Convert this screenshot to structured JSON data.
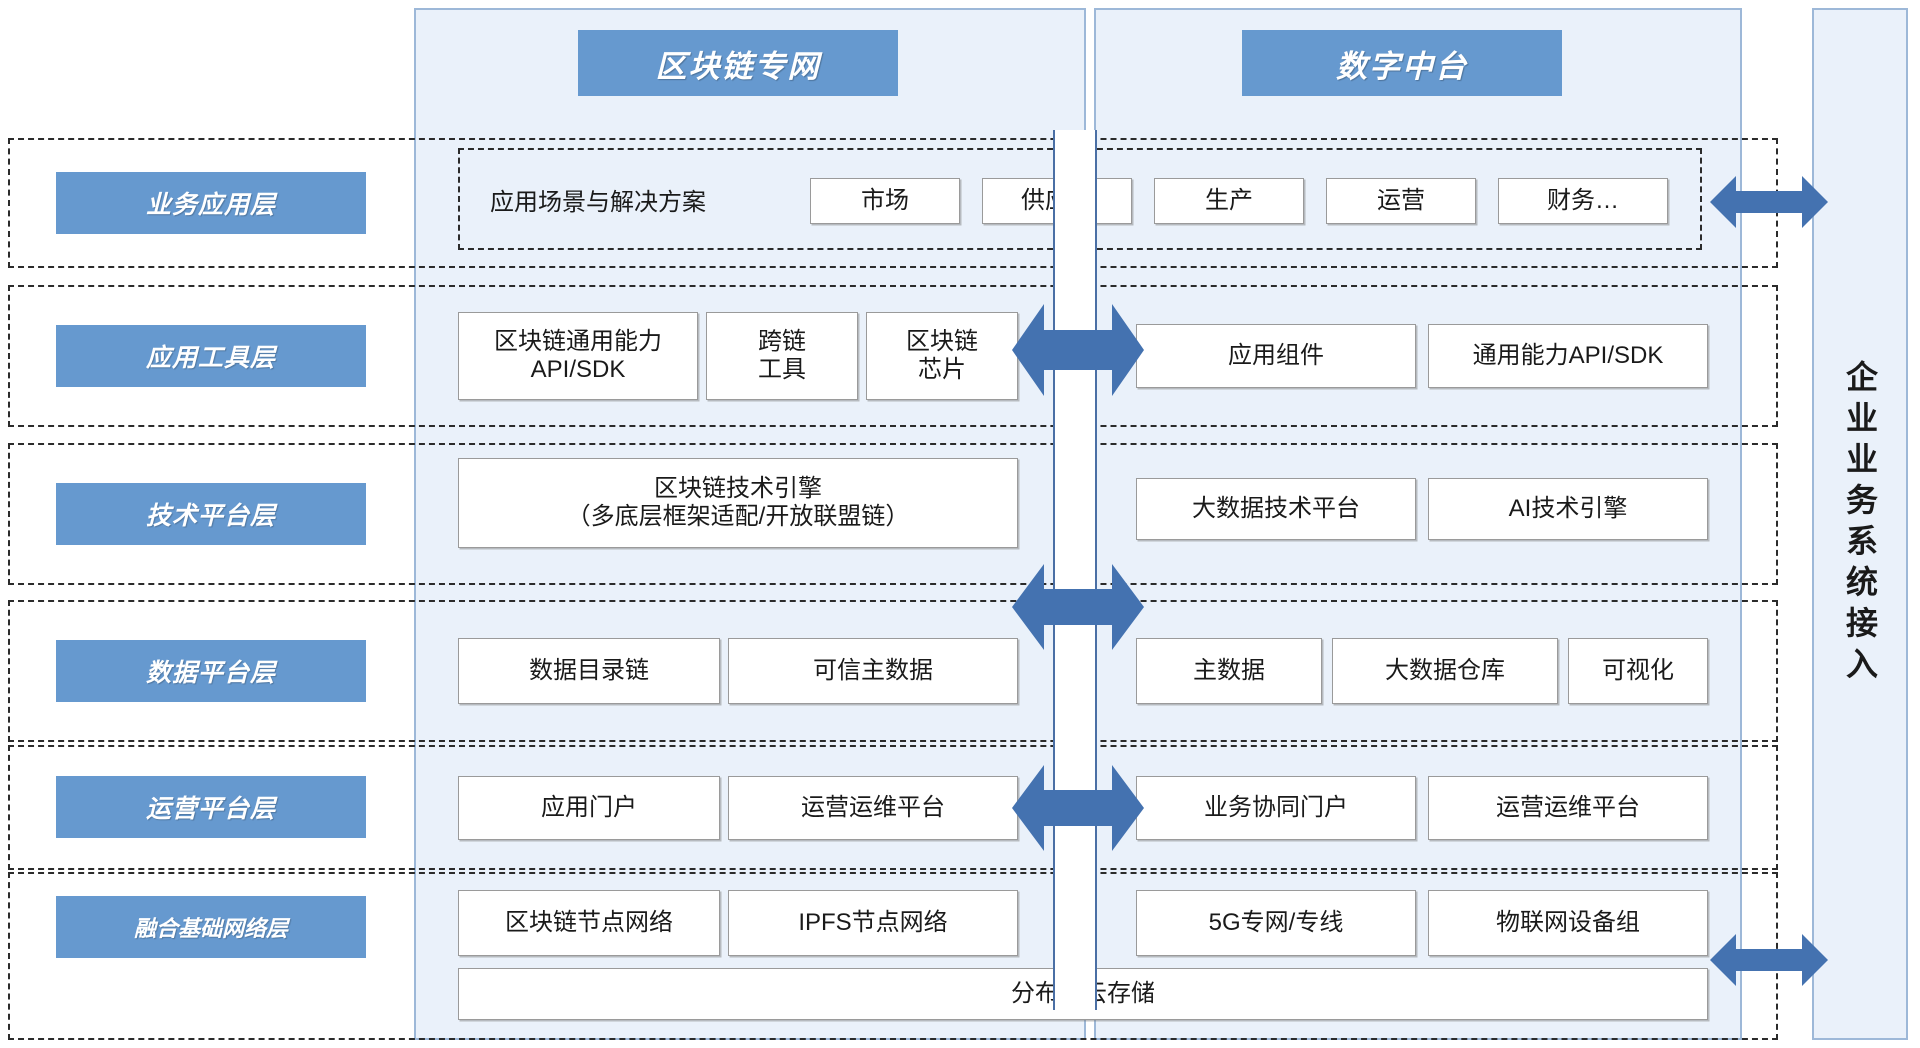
{
  "columns": {
    "chain": {
      "title": "区块链专网"
    },
    "midplatform": {
      "title": "数字中台"
    },
    "access": {
      "title": "企业业务系统接入"
    }
  },
  "layers": [
    {
      "id": "business-application",
      "name": "业务应用层",
      "group_label": "应用场景与解决方案",
      "chain_cells": [
        "市场",
        "供应链",
        "生产",
        "运营",
        "财务…"
      ],
      "mid_cells": []
    },
    {
      "id": "application-tool",
      "name": "应用工具层",
      "chain_cells": [
        "区块链通用能力\nAPI/SDK",
        "跨链\n工具",
        "区块链\n芯片"
      ],
      "mid_cells": [
        "应用组件",
        "通用能力API/SDK"
      ]
    },
    {
      "id": "technology-platform",
      "name": "技术平台层",
      "chain_cells": [
        "区块链技术引擎\n（多底层框架适配/开放联盟链）"
      ],
      "mid_cells": [
        "大数据技术平台",
        "AI技术引擎"
      ]
    },
    {
      "id": "data-platform",
      "name": "数据平台层",
      "chain_cells": [
        "数据目录链",
        "可信主数据"
      ],
      "mid_cells": [
        "主数据",
        "大数据仓库",
        "可视化"
      ]
    },
    {
      "id": "operation-platform",
      "name": "运营平台层",
      "chain_cells": [
        "应用门户",
        "运营运维平台"
      ],
      "mid_cells": [
        "业务协同门户",
        "运营运维平台"
      ]
    },
    {
      "id": "converged-infrastructure-network",
      "name": "融合基础网络层",
      "chain_cells": [
        "区块链节点网络",
        "IPFS节点网络"
      ],
      "mid_cells": [
        "5G专网/专线",
        "物联网设备组"
      ],
      "full_width_cell": "分布式云存储"
    }
  ],
  "arrows": {
    "count": 4,
    "labels": [
      "arrow-business-access",
      "arrow-tool-bridge",
      "arrow-data-bridge",
      "arrow-operation-bridge"
    ]
  },
  "colors": {
    "badge_blue": "#6699CF",
    "panel_fill": "#EAF1FA",
    "panel_border": "#9DB8D8",
    "arrow_blue": "#4472B0",
    "cell_border": "#9A9A9A",
    "dash_dark": "#2B2B2B"
  }
}
